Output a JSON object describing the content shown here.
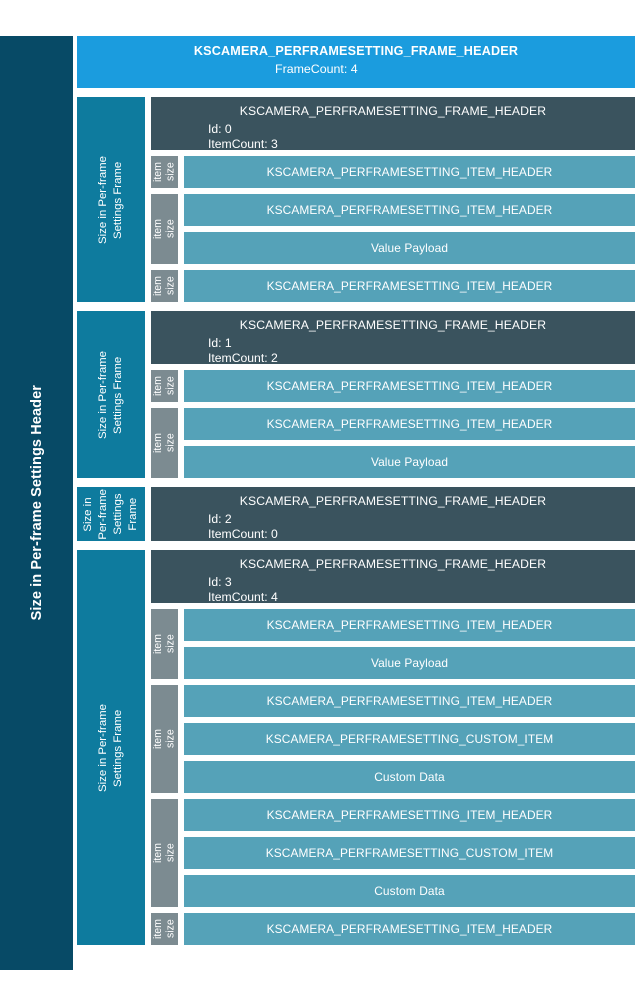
{
  "colors": {
    "sidebar": "#074A66",
    "top_header": "#1B9CDE",
    "size_column": "#0E7B9E",
    "frame_header": "#3A535E",
    "item_size": "#7C8B91",
    "item_row": "#55A2B8",
    "text": "#FFFFFF"
  },
  "sidebar": {
    "label": "Size in Per-frame Settings Header"
  },
  "top_header": {
    "title": "KSCAMERA_PERFRAMESETTING_FRAME_HEADER",
    "subtitle": "FrameCount: 4"
  },
  "labels": {
    "size_in_frame": "Size in Per-frame\nSettings Frame",
    "size_in_frame_narrow": "Size in\nPer-frame\nSettings\nFrame",
    "item_size": "item\nsize"
  },
  "frames": [
    {
      "header_title": "KSCAMERA_PERFRAMESETTING_FRAME_HEADER",
      "meta": "Id: 0\nItemCount: 3",
      "size_label": "Size in Per-frame\nSettings Frame",
      "items": [
        {
          "size_label": "item\nsize",
          "rows": [
            "KSCAMERA_PERFRAMESETTING_ITEM_HEADER"
          ]
        },
        {
          "size_label": "item\nsize",
          "rows": [
            "KSCAMERA_PERFRAMESETTING_ITEM_HEADER",
            "Value Payload"
          ]
        },
        {
          "size_label": "item\nsize",
          "rows": [
            "KSCAMERA_PERFRAMESETTING_ITEM_HEADER"
          ]
        }
      ]
    },
    {
      "header_title": "KSCAMERA_PERFRAMESETTING_FRAME_HEADER",
      "meta": "Id: 1\nItemCount: 2",
      "size_label": "Size in Per-frame\nSettings Frame",
      "items": [
        {
          "size_label": "item\nsize",
          "rows": [
            "KSCAMERA_PERFRAMESETTING_ITEM_HEADER"
          ]
        },
        {
          "size_label": "item\nsize",
          "rows": [
            "KSCAMERA_PERFRAMESETTING_ITEM_HEADER",
            "Value Payload"
          ]
        }
      ]
    },
    {
      "header_title": "KSCAMERA_PERFRAMESETTING_FRAME_HEADER",
      "meta": "Id: 2\nItemCount: 0",
      "size_label": "Size in\nPer-frame\nSettings\nFrame",
      "items": []
    },
    {
      "header_title": "KSCAMERA_PERFRAMESETTING_FRAME_HEADER",
      "meta": "Id: 3\nItemCount: 4",
      "size_label": "Size in Per-frame\nSettings Frame",
      "items": [
        {
          "size_label": "item\nsize",
          "rows": [
            "KSCAMERA_PERFRAMESETTING_ITEM_HEADER",
            "Value Payload"
          ]
        },
        {
          "size_label": "item\nsize",
          "rows": [
            "KSCAMERA_PERFRAMESETTING_ITEM_HEADER",
            "KSCAMERA_PERFRAMESETTING_CUSTOM_ITEM",
            "Custom Data"
          ]
        },
        {
          "size_label": "item\nsize",
          "rows": [
            "KSCAMERA_PERFRAMESETTING_ITEM_HEADER",
            "KSCAMERA_PERFRAMESETTING_CUSTOM_ITEM",
            "Custom Data"
          ]
        },
        {
          "size_label": "item\nsize",
          "rows": [
            "KSCAMERA_PERFRAMESETTING_ITEM_HEADER"
          ]
        }
      ]
    }
  ]
}
